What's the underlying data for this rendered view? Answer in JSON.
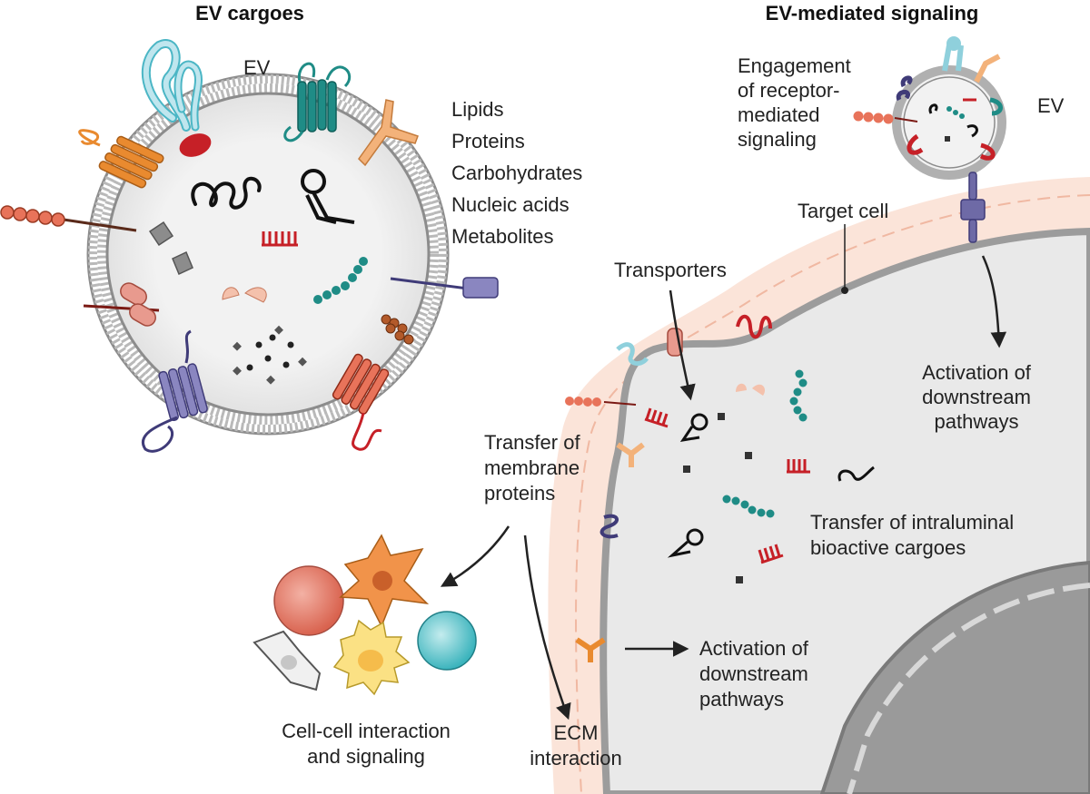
{
  "left_panel": {
    "title": "EV cargoes",
    "ev_label": "EV",
    "cargo_list": [
      "Lipids",
      "Proteins",
      "Carbohydrates",
      "Nucleic acids",
      "Metabolites"
    ]
  },
  "right_panel": {
    "title": "EV-mediated signaling",
    "ev_label": "EV",
    "engagement_label": [
      "Engagement",
      "of receptor-",
      "mediated",
      "signaling"
    ],
    "target_cell_label": "Target cell",
    "transporters_label": "Transporters",
    "activation_top_label": [
      "Activation of",
      "downstream",
      "pathways"
    ],
    "transfer_intraluminal_label": [
      "Transfer of intraluminal",
      "bioactive cargoes"
    ],
    "transfer_membrane_label": [
      "Transfer of",
      "membrane",
      "proteins"
    ],
    "activation_bottom_label": [
      "Activation of",
      "downstream",
      "pathways"
    ],
    "cell_cell_label": [
      "Cell-cell interaction",
      "and signaling"
    ],
    "ecm_label": [
      "ECM",
      "interaction"
    ]
  },
  "colors": {
    "membrane": "#a6a6a6",
    "ev_lumen": "#eeeeee",
    "cytoplasm": "#e8e8e8",
    "nucleus": "#9d9d9d",
    "halo": "#fbe0d4",
    "teal": "#1f8c86",
    "orange": "#e98a2f",
    "red": "#c62027",
    "salmon": "#e8735a",
    "purple": "#6e6aa6",
    "lightblue": "#8fd0dc",
    "peach": "#f3b27a"
  },
  "icons": [
    "arrow-icon",
    "receptor-icon",
    "rna-hairpin-icon",
    "peptide-chain-icon"
  ]
}
